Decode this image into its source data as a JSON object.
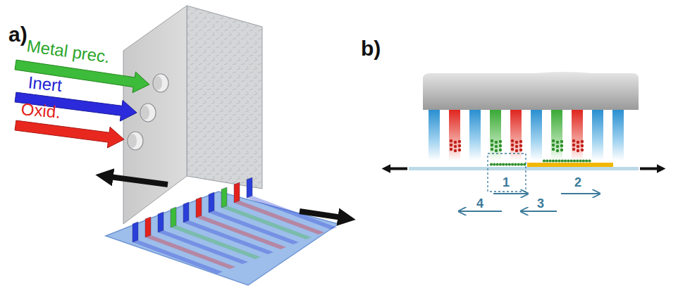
{
  "diagram": {
    "labels": [
      "a)",
      "b)",
      "Metal prec.",
      "Inert",
      "Oxid.",
      "1",
      "2",
      "3",
      "4"
    ]
  }
}
